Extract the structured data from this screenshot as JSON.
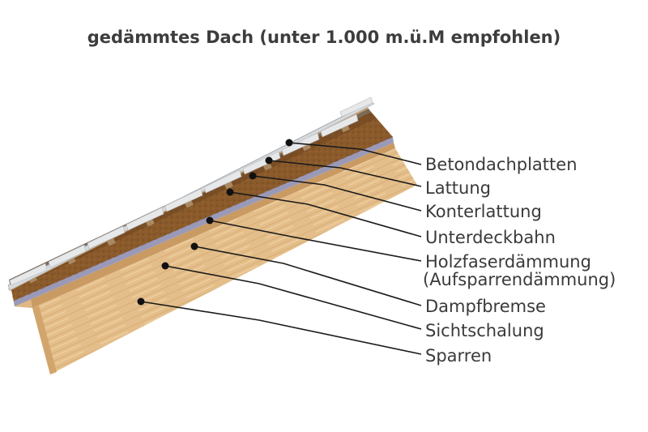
{
  "title": "gedämmtes Dach (unter 1.000 m.ü.M empfohlen)",
  "labels": [
    {
      "id": "betondachplatten",
      "lines": [
        "Betondachplatten"
      ]
    },
    {
      "id": "lattung",
      "lines": [
        "Lattung"
      ]
    },
    {
      "id": "konterlattung",
      "lines": [
        "Konterlattung"
      ]
    },
    {
      "id": "unterdeckbahn",
      "lines": [
        "Unterdeckbahn"
      ]
    },
    {
      "id": "holzfaserdaemmung",
      "lines": [
        "Holzfaserdämmung",
        "(Aufsparrendämmung)"
      ]
    },
    {
      "id": "dampfbremse",
      "lines": [
        "Dampfbremse"
      ]
    },
    {
      "id": "sichtschalung",
      "lines": [
        "Sichtschalung"
      ]
    },
    {
      "id": "sparren",
      "lines": [
        "Sparren"
      ]
    }
  ],
  "colors": {
    "title": "#3d3d3d",
    "label_text": "#3a3a3a",
    "leader_line": "#1a1a1a",
    "insulation": "#8a5a2b",
    "wood": "#e2bb86",
    "membrane": "#9a9ab8",
    "roof_tiles": "#d8dadd"
  }
}
